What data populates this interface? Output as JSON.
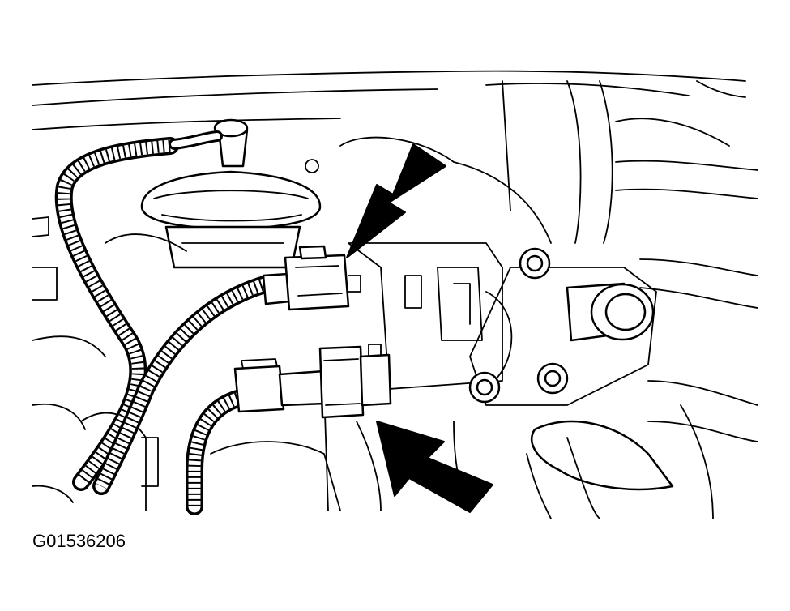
{
  "figure": {
    "code": "G01536206",
    "colors": {
      "line": "#000000",
      "background": "#ffffff"
    },
    "callouts": [
      {
        "name": "arrow-upper",
        "points_to": "upper-connector"
      },
      {
        "name": "arrow-lower",
        "points_to": "lower-connector"
      }
    ]
  }
}
